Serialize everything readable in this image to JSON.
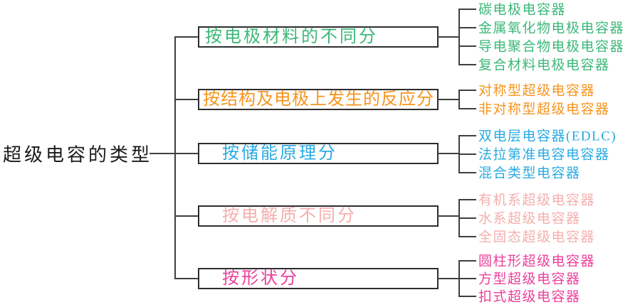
{
  "root": {
    "label": "超级电容的类型"
  },
  "colors": {
    "line": "#3f3f3f",
    "box_border": "#2e2e2e",
    "root_text": "#1a1a1a",
    "branch_green": "#3CB878",
    "branch_orange": "#F7941D",
    "branch_cyan": "#29ABE2",
    "branch_light_pink": "#F5AFAD",
    "branch_magenta": "#EC3F9B"
  },
  "branches": [
    {
      "label": "按电极材料的不同分",
      "color": "#3CB878",
      "leaves": [
        "碳电极电容器",
        "金属氧化物电极电容器",
        "导电聚合物电极电容器",
        "复合材料电极电容器"
      ]
    },
    {
      "label": "按结构及电极上发生的反应分",
      "color": "#F7941D",
      "leaves": [
        "对称型超级电容器",
        "非对称型超级电容器"
      ]
    },
    {
      "label": "按储能原理分",
      "color": "#29ABE2",
      "leaves": [
        "双电层电容器(EDLC)",
        "法拉第准电容电容器",
        "混合类型电容器"
      ]
    },
    {
      "label": "按电解质不同分",
      "color": "#F5AFAD",
      "leaves": [
        "有机系超级电容器",
        "水系超级电容器",
        "全固态超级电容器"
      ]
    },
    {
      "label": "按形状分",
      "color": "#EC3F9B",
      "leaves": [
        "圆柱形超级电容器",
        "方型超级电容器",
        "扣式超级电容器"
      ]
    }
  ]
}
